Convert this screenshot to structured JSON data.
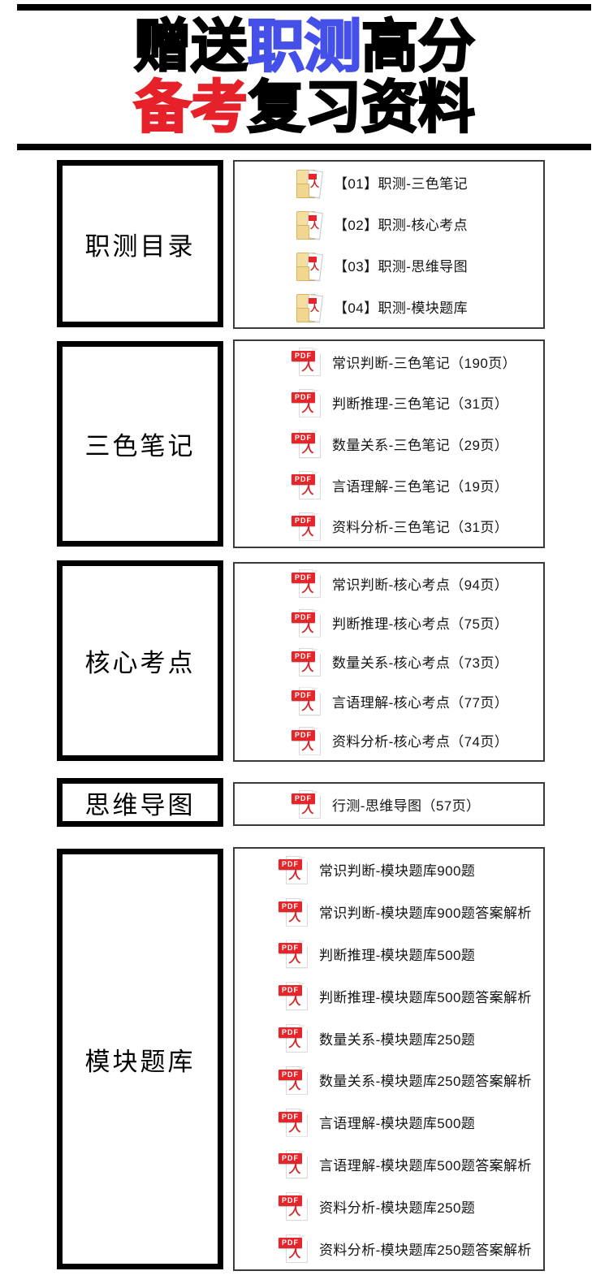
{
  "title": {
    "line1_black_left": "赠送",
    "line1_blue": "职测",
    "line1_black_right": "高分",
    "line2_red": "备考",
    "line2_black": "复习资料"
  },
  "pdf_badge": "PDF",
  "colors": {
    "title_blue": "#4450e8",
    "title_red": "#e62129",
    "pdf_red": "#e5252a",
    "folder_tan": "#f5dfa0",
    "rule_black": "#000000"
  },
  "sections": [
    {
      "category": "职测目录",
      "icon": "pdf-folder-icon",
      "items": [
        "【01】职测-三色笔记",
        "【02】职测-核心考点",
        "【03】职测-思维导图",
        "【04】职测-模块题库"
      ]
    },
    {
      "category": "三色笔记",
      "icon": "pdf-file-icon",
      "items": [
        "常识判断-三色笔记（190页）",
        "判断推理-三色笔记（31页）",
        "数量关系-三色笔记（29页）",
        "言语理解-三色笔记（19页）",
        "资料分析-三色笔记（31页）"
      ]
    },
    {
      "category": "核心考点",
      "icon": "pdf-file-icon",
      "items": [
        "常识判断-核心考点（94页）",
        "判断推理-核心考点（75页）",
        "数量关系-核心考点（73页）",
        "言语理解-核心考点（77页）",
        "资料分析-核心考点（74页）"
      ]
    },
    {
      "category": "思维导图",
      "icon": "pdf-file-icon",
      "items": [
        "行测-思维导图（57页）"
      ]
    },
    {
      "category": "模块题库",
      "icon": "pdf-file-icon",
      "items": [
        "常识判断-模块题库900题",
        "常识判断-模块题库900题答案解析",
        "判断推理-模块题库500题",
        "判断推理-模块题库500题答案解析",
        "数量关系-模块题库250题",
        "数量关系-模块题库250题答案解析",
        "言语理解-模块题库500题",
        "言语理解-模块题库500题答案解析",
        "资料分析-模块题库250题",
        "资料分析-模块题库250题答案解析"
      ]
    }
  ]
}
